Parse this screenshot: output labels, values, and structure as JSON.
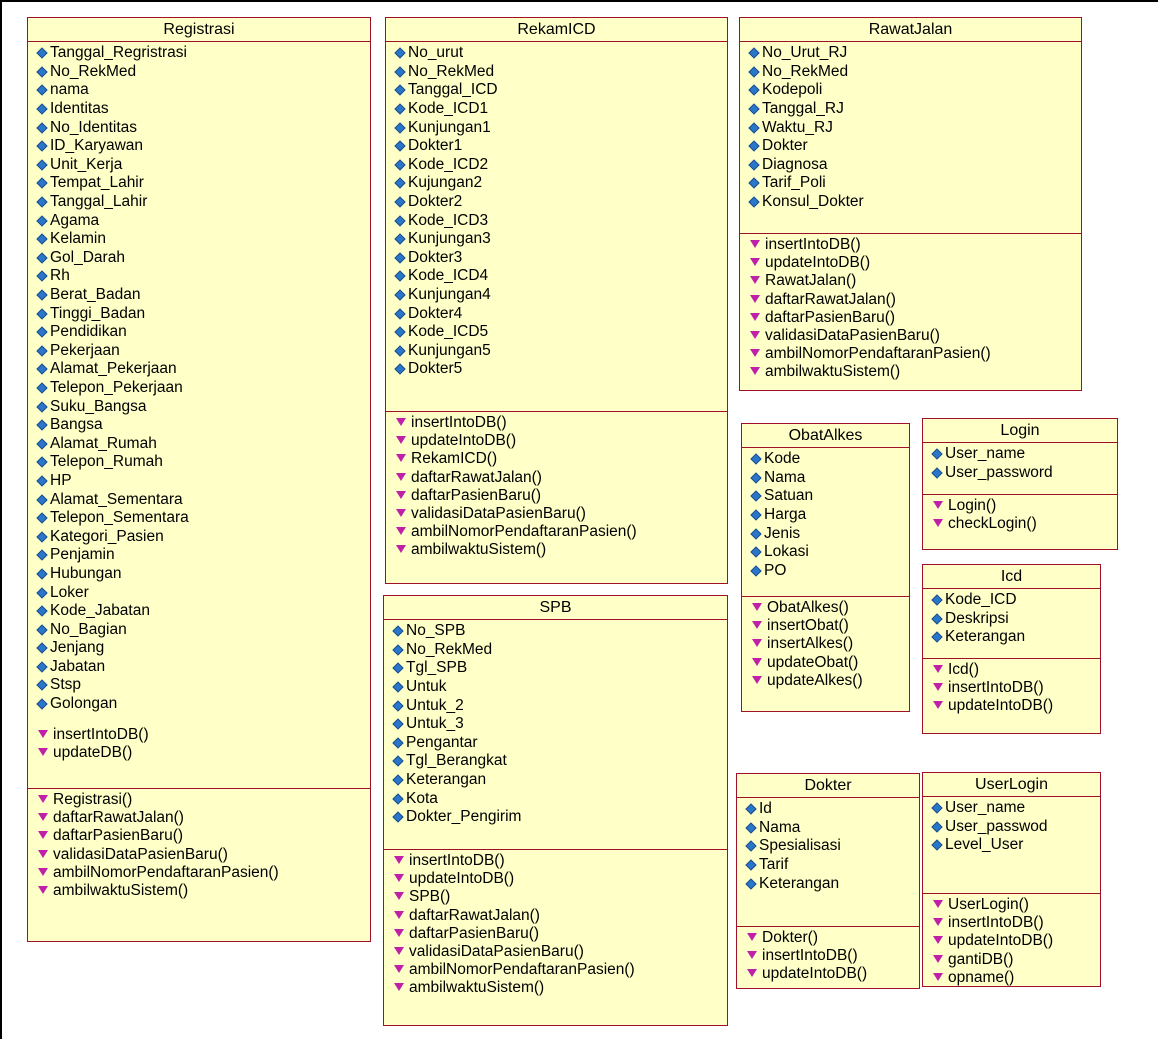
{
  "classes": [
    {
      "name": "Registrasi",
      "attributes": [
        "Tanggal_Regristrasi",
        "No_RekMed",
        "nama",
        "Identitas",
        "No_Identitas",
        "ID_Karyawan",
        "Unit_Kerja",
        "Tempat_Lahir",
        "Tanggal_Lahir",
        "Agama",
        "Kelamin",
        "Gol_Darah",
        "Rh",
        "Berat_Badan",
        "Tinggi_Badan",
        "Pendidikan",
        "Pekerjaan",
        "Alamat_Pekerjaan",
        "Telepon_Pekerjaan",
        "Suku_Bangsa",
        "Bangsa",
        "Alamat_Rumah",
        "Telepon_Rumah",
        "HP",
        "Alamat_Sementara",
        "Telepon_Sementara",
        "Kategori_Pasien",
        "Penjamin",
        "Hubungan",
        "Loker",
        "Kode_Jabatan",
        "No_Bagian",
        "Jenjang",
        "Jabatan",
        "Stsp",
        "Golongan"
      ],
      "operations_in_attr": [
        "insertIntoDB()",
        "updateDB()"
      ],
      "operations": [
        "Registrasi()",
        "daftarRawatJalan()",
        "daftarPasienBaru()",
        "validasiDataPasienBaru()",
        "ambilNomorPendaftaranPasien()",
        "ambilwaktuSistem()"
      ]
    },
    {
      "name": "RekamICD",
      "attributes": [
        "No_urut",
        "No_RekMed",
        "Tanggal_ICD",
        "Kode_ICD1",
        "Kunjungan1",
        "Dokter1",
        "Kode_ICD2",
        "Kujungan2",
        "Dokter2",
        "Kode_ICD3",
        "Kunjungan3",
        "Dokter3",
        "Kode_ICD4",
        "Kunjungan4",
        "Dokter4",
        "Kode_ICD5",
        "Kunjungan5",
        "Dokter5"
      ],
      "operations": [
        "insertIntoDB()",
        "updateIntoDB()",
        "RekamICD()",
        "daftarRawatJalan()",
        "daftarPasienBaru()",
        "validasiDataPasienBaru()",
        "ambilNomorPendaftaranPasien()",
        "ambilwaktuSistem()"
      ]
    },
    {
      "name": "RawatJalan",
      "attributes": [
        "No_Urut_RJ",
        "No_RekMed",
        "Kodepoli",
        "Tanggal_RJ",
        "Waktu_RJ",
        "Dokter",
        "Diagnosa",
        "Tarif_Poli",
        "Konsul_Dokter"
      ],
      "operations": [
        "insertIntoDB()",
        "updateIntoDB()",
        "RawatJalan()",
        "daftarRawatJalan()",
        "daftarPasienBaru()",
        "validasiDataPasienBaru()",
        "ambilNomorPendaftaranPasien()",
        "ambilwaktuSistem()"
      ]
    },
    {
      "name": "ObatAlkes",
      "attributes": [
        "Kode",
        "Nama",
        "Satuan",
        "Harga",
        "Jenis",
        "Lokasi",
        "PO"
      ],
      "operations": [
        "ObatAlkes()",
        "insertObat()",
        "insertAlkes()",
        "updateObat()",
        "updateAlkes()"
      ]
    },
    {
      "name": "Login",
      "attributes": [
        "User_name",
        "User_password"
      ],
      "operations": [
        "Login()",
        "checkLogin()"
      ]
    },
    {
      "name": "Icd",
      "attributes": [
        "Kode_ICD",
        "Deskripsi",
        "Keterangan"
      ],
      "operations": [
        "Icd()",
        "insertIntoDB()",
        "updateIntoDB()"
      ]
    },
    {
      "name": "SPB",
      "attributes": [
        "No_SPB",
        "No_RekMed",
        "Tgl_SPB",
        "Untuk",
        "Untuk_2",
        "Untuk_3",
        "Pengantar",
        "Tgl_Berangkat",
        "Keterangan",
        "Kota",
        "Dokter_Pengirim"
      ],
      "operations": [
        "insertIntoDB()",
        "updateIntoDB()",
        "SPB()",
        "daftarRawatJalan()",
        "daftarPasienBaru()",
        "validasiDataPasienBaru()",
        "ambilNomorPendaftaranPasien()",
        "ambilwaktuSistem()"
      ]
    },
    {
      "name": "Dokter",
      "attributes": [
        "Id",
        "Nama",
        "Spesialisasi",
        "Tarif",
        "Keterangan"
      ],
      "operations": [
        "Dokter()",
        "insertIntoDB()",
        "updateIntoDB()"
      ]
    },
    {
      "name": "UserLogin",
      "attributes": [
        "User_name",
        "User_passwod",
        "Level_User"
      ],
      "operations": [
        "UserLogin()",
        "insertIntoDB()",
        "updateIntoDB()",
        "gantiDB()",
        "opname()"
      ]
    }
  ],
  "colors": {
    "fill": "#ffffc8",
    "border": "#a0102a",
    "attribute_icon": "#2a76c8",
    "operation_icon": "#c020a8"
  },
  "icons": {
    "attribute": "attribute-diamond-icon",
    "operation": "operation-marker-icon"
  }
}
